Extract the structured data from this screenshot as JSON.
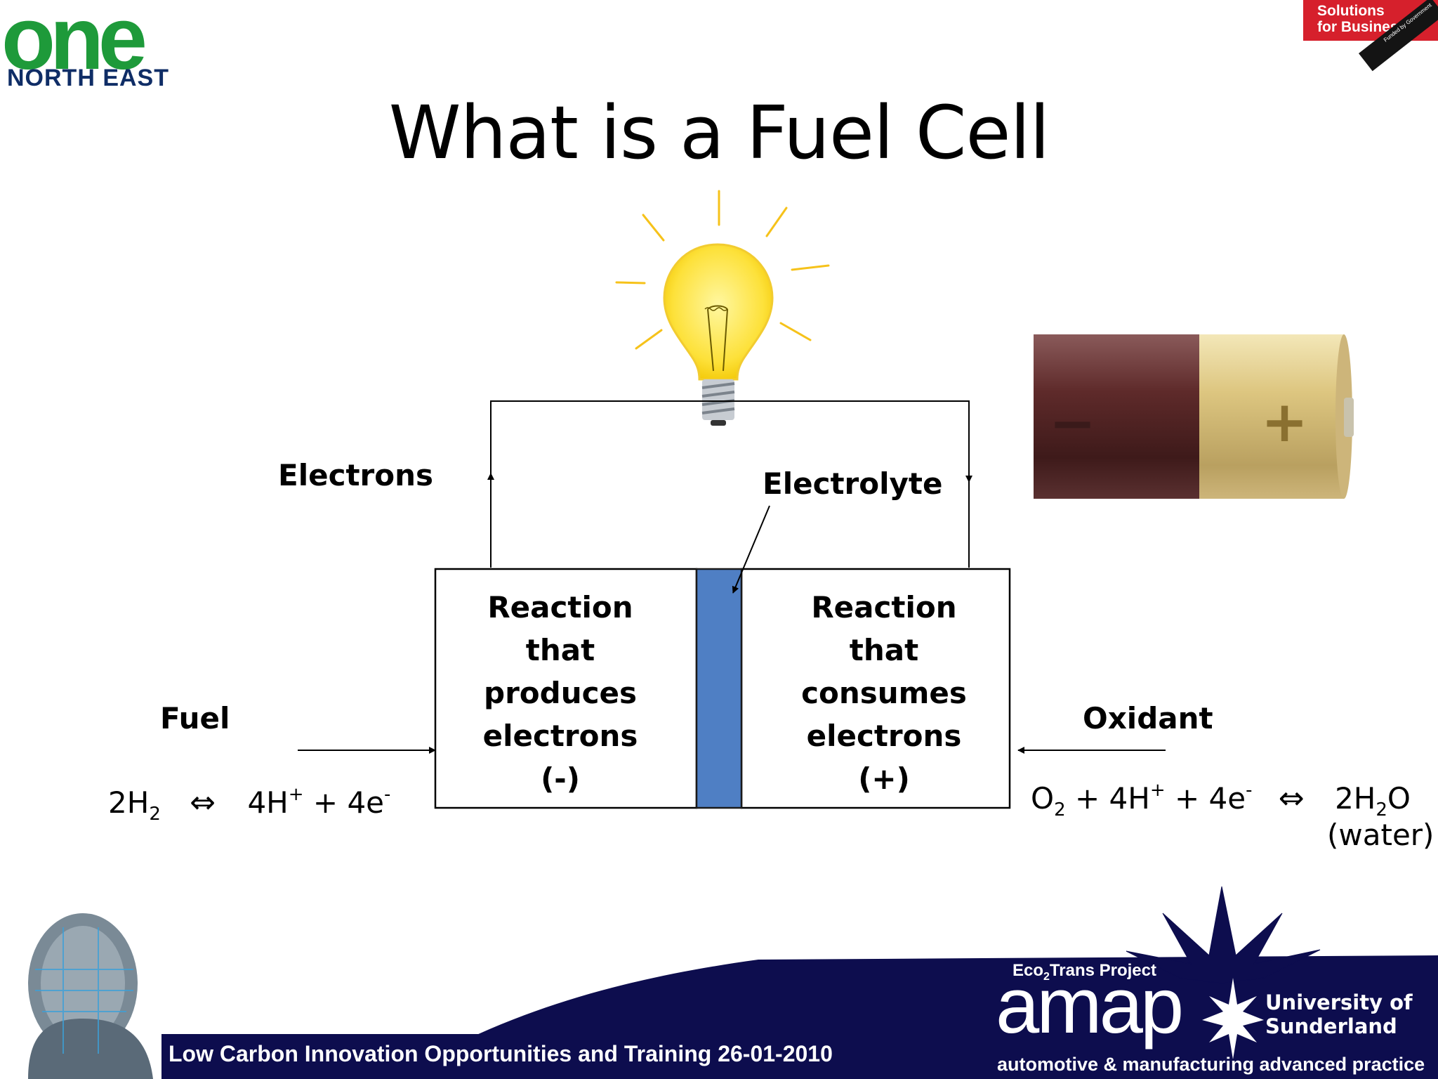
{
  "header": {
    "logo_left_line1": "one",
    "logo_left_line2": "NORTH EAST",
    "badge_line1": "Solutions",
    "badge_line2": "for Business",
    "badge_band": "Funded by Government"
  },
  "slide": {
    "title": "What is a Fuel Cell",
    "label_electrons": "Electrons",
    "label_electrolyte": "Electrolyte",
    "label_fuel": "Fuel",
    "label_oxidant": "Oxidant",
    "anode_text": [
      "Reaction",
      "that",
      "produces",
      "electrons",
      "(-)"
    ],
    "cathode_text": [
      "Reaction",
      "that",
      "consumes",
      "electrons",
      "(+)"
    ],
    "battery_minus": "−",
    "battery_plus": "+",
    "eq_left": {
      "lhs_base": "2H",
      "lhs_sub": "2",
      "arrow": "⇔",
      "rhs_a": "4H",
      "rhs_a_sup": "+",
      "rhs_plus": " + 4e",
      "rhs_b_sup": "-"
    },
    "eq_right": {
      "o_base": "O",
      "o_sub": "2",
      "mid": " + 4H",
      "h_sup": "+",
      "plus_e": " + 4e",
      "e_sup": "-",
      "arrow": "⇔",
      "water_base": "2H",
      "water_sub": "2",
      "water_end": "O",
      "water_note": "(water)"
    }
  },
  "footer": {
    "text": "Low Carbon Innovation Opportunities and Training 26-01-2010",
    "eco_a": "Eco",
    "eco_sub": "2",
    "eco_b": "Trans Project",
    "amap": "amap",
    "university_line1": "University of",
    "university_line2": "Sunderland",
    "amap_tagline": "automotive & manufacturing advanced practice"
  },
  "colors": {
    "electrolyte": "#4f7fc4",
    "bulb": "#fde13a",
    "battery_neg": "#5e2a2a",
    "battery_pos": "#ddc680",
    "footer_navy": "#0d0d4e",
    "badge_red": "#d6202c"
  }
}
